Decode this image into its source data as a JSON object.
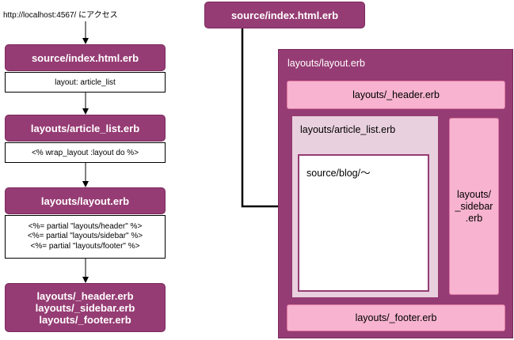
{
  "left_flow": {
    "url_label": "http://localhost:4567/ にアクセス",
    "step1": "source/index.html.erb",
    "note1": "layout: article_list",
    "step2": "layouts/article_list.erb",
    "note2": "<% wrap_layout :layout do %>",
    "step3": "layouts/layout.erb",
    "note3": [
      "<%= partial \"layouts/header\" %>",
      "<%= partial \"layouts/sidebar\" %>",
      "<%= partial \"layouts/footer\" %>"
    ],
    "step4": [
      "layouts/_header.erb",
      "layouts/_sidebar.erb",
      "layouts/_footer.erb"
    ]
  },
  "right_diagram": {
    "source_box": "source/index.html.erb",
    "layout_title": "layouts/layout.erb",
    "header": "layouts/_header.erb",
    "article_list_title": "layouts/article_list.erb",
    "content": "source/blog/〜",
    "sidebar": [
      "layouts/",
      "_sidebar",
      ".erb"
    ],
    "footer": "layouts/_footer.erb"
  },
  "colors": {
    "purple": "#963c74",
    "pink": "#f7b3cf",
    "light_mauve": "#e9d0de"
  }
}
